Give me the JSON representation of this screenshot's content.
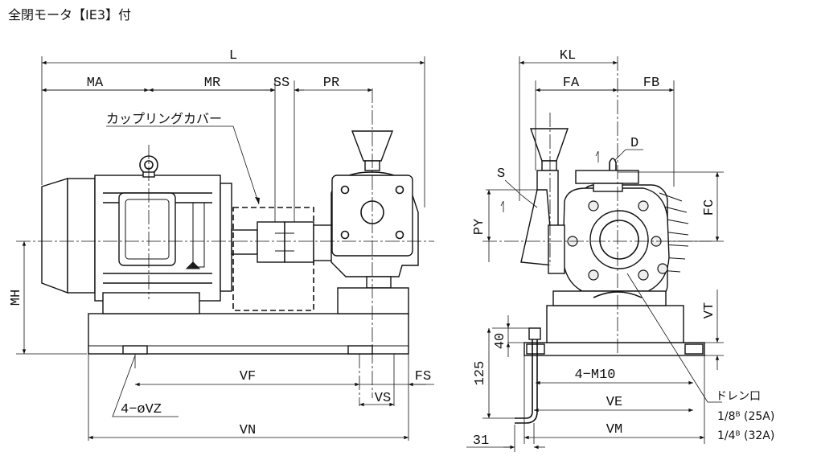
{
  "title": "全閉モータ【IE3】付",
  "front_view": {
    "L": "L",
    "MA": "MA",
    "MR": "MR",
    "SS": "SS",
    "PR": "PR",
    "MH": "MH",
    "VF": "VF",
    "FS": "FS",
    "VS": "VS",
    "VN": "VN",
    "VZ": "4−øVZ",
    "coupling_cover": "カップリングカバー"
  },
  "side_view": {
    "KL": "KL",
    "FA": "FA",
    "FB": "FB",
    "D": "D",
    "S": "S",
    "PY": "PY",
    "FC": "FC",
    "VT": "VT",
    "dim_40": "40",
    "dim_125": "125",
    "bolts": "4−M10",
    "VE": "VE",
    "VM": "VM",
    "dim_31": "31",
    "drain_title": "ドレン口",
    "drain_25A": "1/8ᴮ (25A)",
    "drain_32A": "1/4ᴮ (32A)"
  }
}
